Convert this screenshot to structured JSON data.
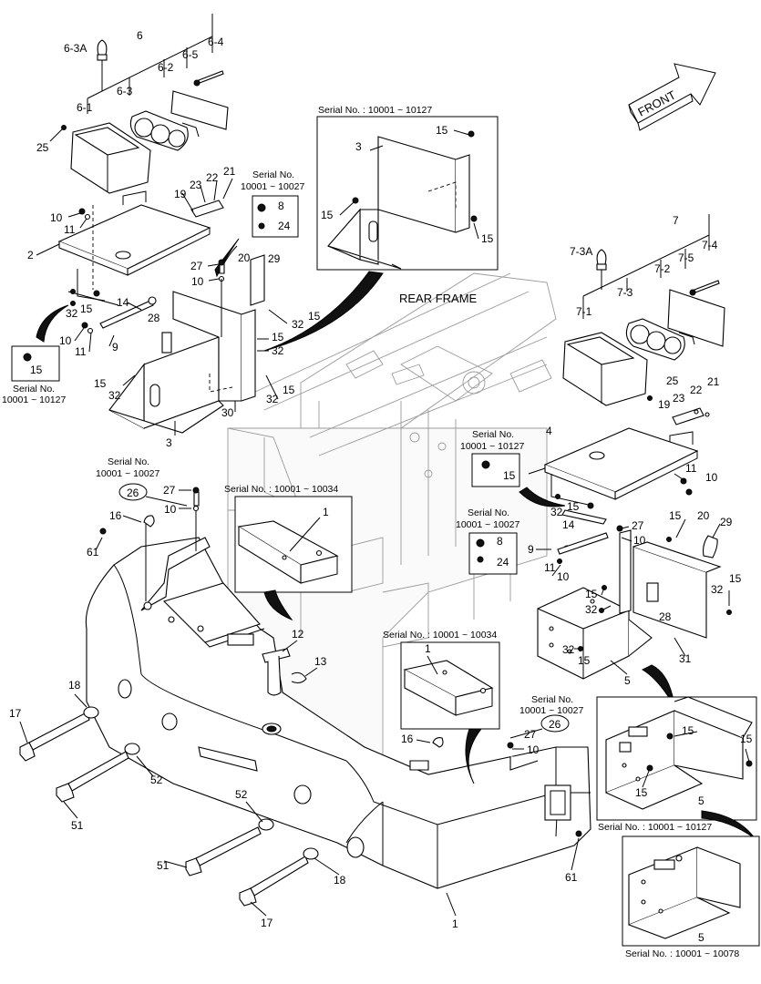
{
  "front_arrow": {
    "label": "FRONT"
  },
  "rear_frame": {
    "label": "REAR FRAME"
  },
  "serial_notes": {
    "s10001_10127_top": "Serial No. : 10001 ~ 10127",
    "s10001_10027_a_line1": "Serial No.",
    "s10001_10027_a_line2": "10001 ~ 10027",
    "s10001_10127_left_line1": "Serial No.",
    "s10001_10127_left_line2": "10001 ~ 10127",
    "s10001_10027_b_line1": "Serial No.",
    "s10001_10027_b_line2": "10001 ~ 10027",
    "s10001_10034_a": "Serial No. : 10001 ~ 10034",
    "s10001_10127_mid_line1": "Serial No.",
    "s10001_10127_mid_line2": "10001 ~ 10127",
    "s10001_10027_c_line1": "Serial No.",
    "s10001_10027_c_line2": "10001 ~ 10027",
    "s10001_10034_b": "Serial No. : 10001 ~ 10034",
    "s10001_10027_d_line1": "Serial No.",
    "s10001_10027_d_line2": "10001 ~ 10027",
    "s10001_10127_bottom": "Serial No. : 10001 ~ 10127",
    "s10001_10078": "Serial No. : 10001 ~ 10078"
  },
  "callouts": {
    "c6": "6",
    "c6_3a": "6-3A",
    "c6_4": "6-4",
    "c6_5": "6-5",
    "c6_2": "6-2",
    "c6_3": "6-3",
    "c6_1": "6-1",
    "c25a": "25",
    "c2": "2",
    "c10a": "10",
    "c11a": "11",
    "c19a": "19",
    "c23a": "23",
    "c22a": "22",
    "c21a": "21",
    "c8a": "8",
    "c24a": "24",
    "c3a": "3",
    "c15a": "15",
    "c15b": "15",
    "c15c": "15",
    "c27a": "27",
    "c20a": "20",
    "c29a": "29",
    "c10b": "10",
    "c14a": "14",
    "c32a": "32",
    "c15d": "15",
    "c10c": "10",
    "c11b": "11",
    "c9a": "9",
    "c28a": "28",
    "c32b": "32",
    "c15e": "15",
    "c15f": "15",
    "c32c": "32",
    "c15g": "15",
    "c15h": "15",
    "c32d": "32",
    "c32e": "32",
    "c15i": "15",
    "c30": "30",
    "c3b": "3",
    "c7": "7",
    "c7_3a": "7-3A",
    "c7_4": "7-4",
    "c7_5": "7-5",
    "c7_2": "7-2",
    "c7_3": "7-3",
    "c7_1": "7-1",
    "c25b": "25",
    "c23b": "23",
    "c22b": "22",
    "c21b": "21",
    "c19b": "19",
    "c4": "4",
    "c11c": "11",
    "c10d": "10",
    "c15j": "15",
    "c26a": "26",
    "c27b": "27",
    "c10e": "10",
    "c16a": "16",
    "c61a": "61",
    "c1a": "1",
    "c32f": "32",
    "c15k": "15",
    "c14b": "14",
    "c27c": "27",
    "c15l": "15",
    "c20b": "20",
    "c29b": "29",
    "c8b": "8",
    "c24b": "24",
    "c9b": "9",
    "c10f": "10",
    "c11d": "11",
    "c10g": "10",
    "c32g": "32",
    "c15m": "15",
    "c32h": "32",
    "c15n": "15",
    "c28b": "28",
    "c32i": "32",
    "c15o": "15",
    "c31": "31",
    "c5a": "5",
    "c12": "12",
    "c13": "13",
    "c1b": "1",
    "c18a": "18",
    "c17a": "17",
    "c52a": "52",
    "c51a": "51",
    "c52b": "52",
    "c51b": "51",
    "c18b": "18",
    "c17b": "17",
    "c1c": "1",
    "c16b": "16",
    "c27d": "27",
    "c10h": "10",
    "c26b": "26",
    "c15p": "15",
    "c15q": "15",
    "c15r": "15",
    "c5b": "5",
    "c61b": "61",
    "c5c": "5",
    "c15s": "15"
  }
}
